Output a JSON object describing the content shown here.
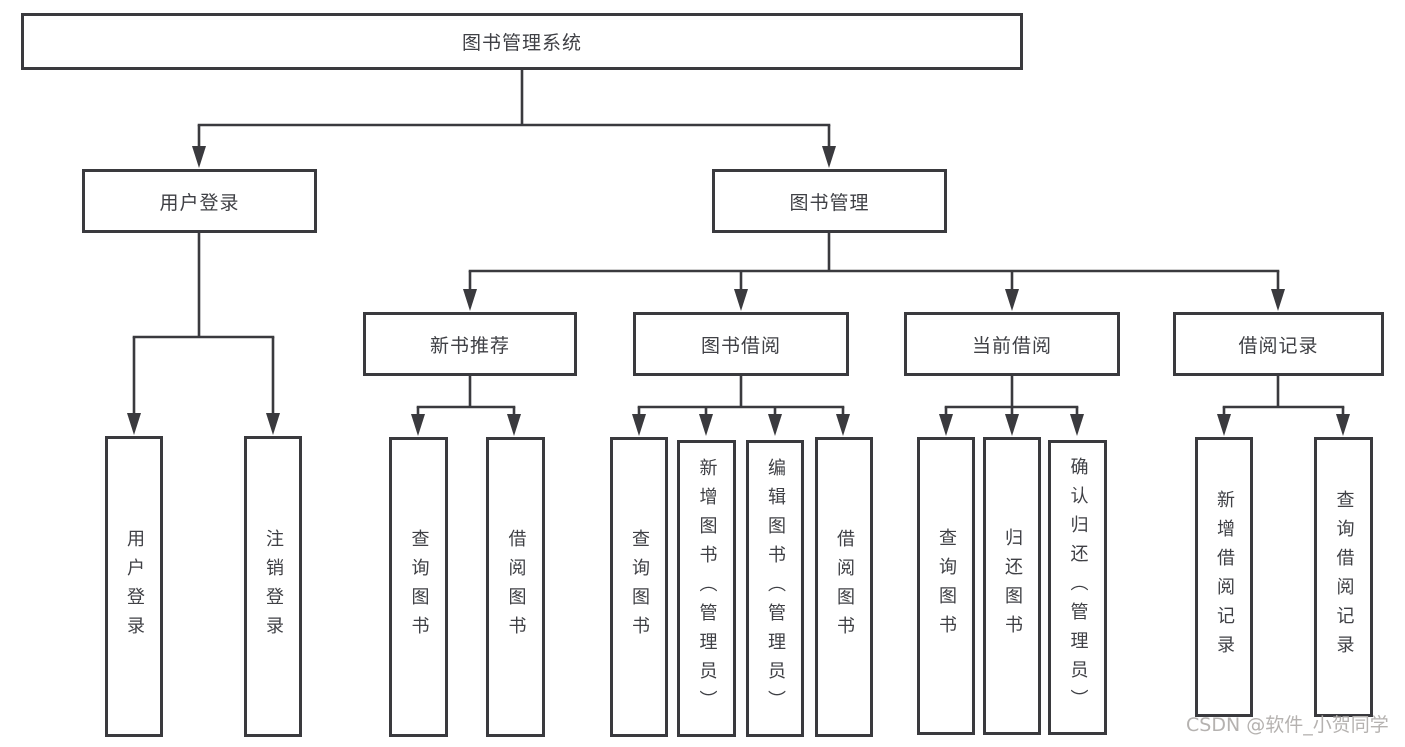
{
  "diagram": {
    "label": "图书管理系统",
    "children": [
      {
        "label": "用户登录",
        "children": [
          {
            "label": "用户登录"
          },
          {
            "label": "注销登录"
          }
        ]
      },
      {
        "label": "图书管理",
        "children": [
          {
            "label": "新书推荐",
            "children": [
              {
                "label": "查询图书"
              },
              {
                "label": "借阅图书"
              }
            ]
          },
          {
            "label": "图书借阅",
            "children": [
              {
                "label": "查询图书"
              },
              {
                "label": "新增图书（管理员）"
              },
              {
                "label": "编辑图书（管理员）"
              },
              {
                "label": "借阅图书"
              }
            ]
          },
          {
            "label": "当前借阅",
            "children": [
              {
                "label": "查询图书"
              },
              {
                "label": "归还图书"
              },
              {
                "label": "确认归还（管理员）"
              }
            ]
          },
          {
            "label": "借阅记录",
            "children": [
              {
                "label": "新增借阅记录"
              },
              {
                "label": "查询借阅记录"
              }
            ]
          }
        ]
      }
    ]
  },
  "watermark": "CSDN @软件_小贺同学",
  "colors": {
    "line": "#3a3a3e",
    "box_border": "#3a3a3e",
    "text": "#3f4045",
    "watermark_text": "#b5b2b0",
    "background": "#ffffff"
  }
}
